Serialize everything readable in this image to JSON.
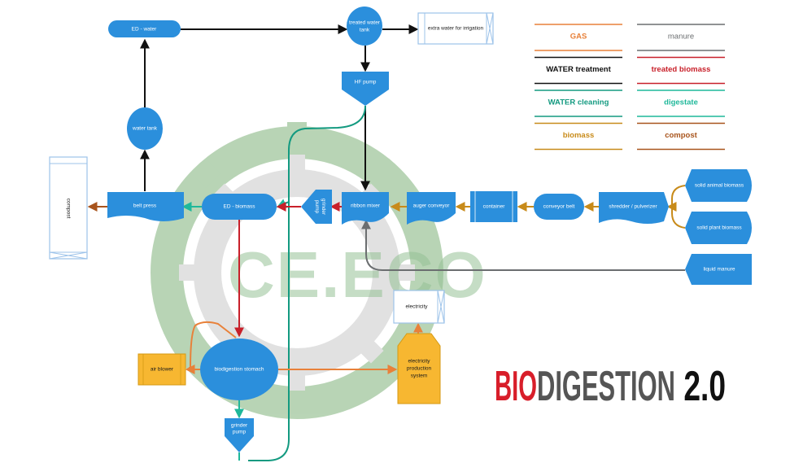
{
  "legend": [
    {
      "label": "GAS",
      "color": "#e8813a"
    },
    {
      "label": "manure",
      "color": "#6b6e70"
    },
    {
      "label": "WATER treatment",
      "color": "#111111"
    },
    {
      "label": "treated biomass",
      "color": "#c8202a"
    },
    {
      "label": "WATER cleaning",
      "color": "#139a80"
    },
    {
      "label": "digestate",
      "color": "#1fb89a"
    },
    {
      "label": "biomass",
      "color": "#c88b1a"
    },
    {
      "label": "compost",
      "color": "#a8541c"
    }
  ],
  "nodes": {
    "ed_water": "ED - water",
    "treated_water_tank": [
      "treated water",
      "tank"
    ],
    "extra_water": "extra water for irrigation",
    "hf_pump": "HF pump",
    "water_tank": "water tank",
    "compost": "compost",
    "belt_press": "belt press",
    "ed_biomass": "ED - biomass",
    "grinder_pump_top": [
      "grinder",
      "pump"
    ],
    "ribbon_mixer": "ribbon mixer",
    "auger_conveyor": "auger conveyor",
    "container": "container",
    "conveyor_belt": "conveyor belt",
    "shredder": "shredder / pulverizer",
    "solid_animal": "solid animal biomass",
    "solid_plant": "solid plant biomass",
    "liquid_manure": "liquid manure",
    "electricity": "electricity",
    "eps": [
      "electricity",
      "production",
      "system"
    ],
    "biodigestion": "biodigestion stomach",
    "air_blower": "air blower",
    "grinder_pump_bottom": [
      "grinder",
      "pump"
    ]
  },
  "watermark": "CE.ECO",
  "title": {
    "part1": "BIO",
    "part2": "DIGESTION",
    "part3": " 2.0"
  },
  "colors": {
    "node_blue": "#2b8fdc",
    "node_orange": "#f7b731",
    "box_outline": "#9dc3ea"
  }
}
